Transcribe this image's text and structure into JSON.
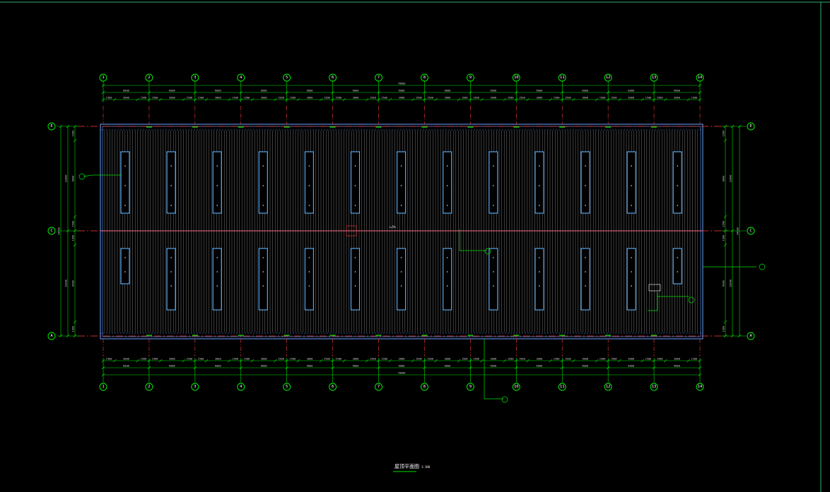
{
  "colors": {
    "background": "#000000",
    "grid": "#00e000",
    "axis_bubble": "#00ff00",
    "centerline": "#ff3b3b",
    "roof_outline": "#6aa0ff",
    "roof_ribs": "#8a8a8a",
    "skylight": "#5fb4ff",
    "text": "#ffffff",
    "frame": "#2fae6a"
  },
  "axes": {
    "vertical": [
      "1",
      "2",
      "3",
      "4",
      "5",
      "6",
      "7",
      "8",
      "9",
      "10",
      "11",
      "12",
      "13",
      "14"
    ],
    "horizontal": [
      "E",
      "C",
      "A"
    ]
  },
  "title": {
    "label": "屋顶平面图",
    "scale": "1:100"
  },
  "ridge_label": "i=5%",
  "dims": {
    "top_overall": "78000",
    "bottom_overall": "78000",
    "bays": [
      "6000",
      "6000",
      "6000",
      "6000",
      "6000",
      "6000",
      "6000",
      "6000",
      "6000",
      "6000",
      "6000",
      "6000",
      "6000"
    ],
    "sub": [
      "1500",
      "3000",
      "1500"
    ],
    "side_total": "24000",
    "side_bays": [
      "12000",
      "12000"
    ]
  }
}
